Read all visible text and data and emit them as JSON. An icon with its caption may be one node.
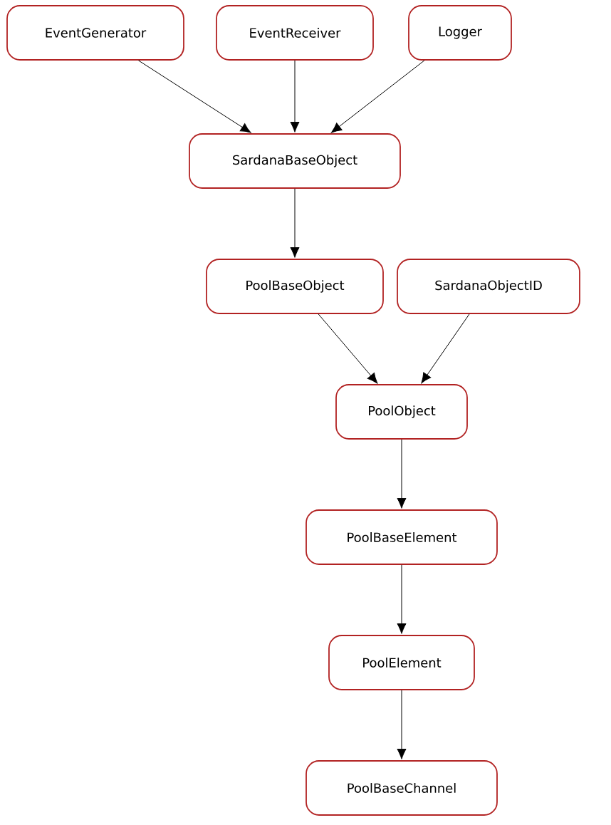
{
  "diagram": {
    "nodes": [
      {
        "text": [
          "EventGenerator"
        ]
      },
      {
        "text": [
          "EventReceiver"
        ]
      },
      {
        "text": [
          "Logger"
        ]
      },
      {
        "text": [
          "SardanaBaseObject"
        ]
      },
      {
        "text": [
          "PoolBaseObject"
        ]
      },
      {
        "text": [
          "SardanaObjectID"
        ]
      },
      {
        "text": [
          "PoolObject"
        ]
      },
      {
        "text": [
          "PoolBaseElement"
        ]
      },
      {
        "text": [
          "PoolElement"
        ]
      },
      {
        "text": [
          "PoolBaseChannel"
        ]
      }
    ],
    "edges": [
      {
        "from": 0,
        "to": 3,
        "arrow": "to"
      },
      {
        "from": 1,
        "to": 3,
        "arrow": "to"
      },
      {
        "from": 2,
        "to": 3,
        "arrow": "to"
      },
      {
        "from": 3,
        "to": 4,
        "arrow": "to"
      },
      {
        "from": 4,
        "to": 6,
        "arrow": "to"
      },
      {
        "from": 5,
        "to": 6,
        "arrow": "to"
      },
      {
        "from": 6,
        "to": 7,
        "arrow": "to"
      },
      {
        "from": 7,
        "to": 8,
        "arrow": "to"
      },
      {
        "from": 8,
        "to": 9,
        "arrow": "to"
      }
    ]
  }
}
